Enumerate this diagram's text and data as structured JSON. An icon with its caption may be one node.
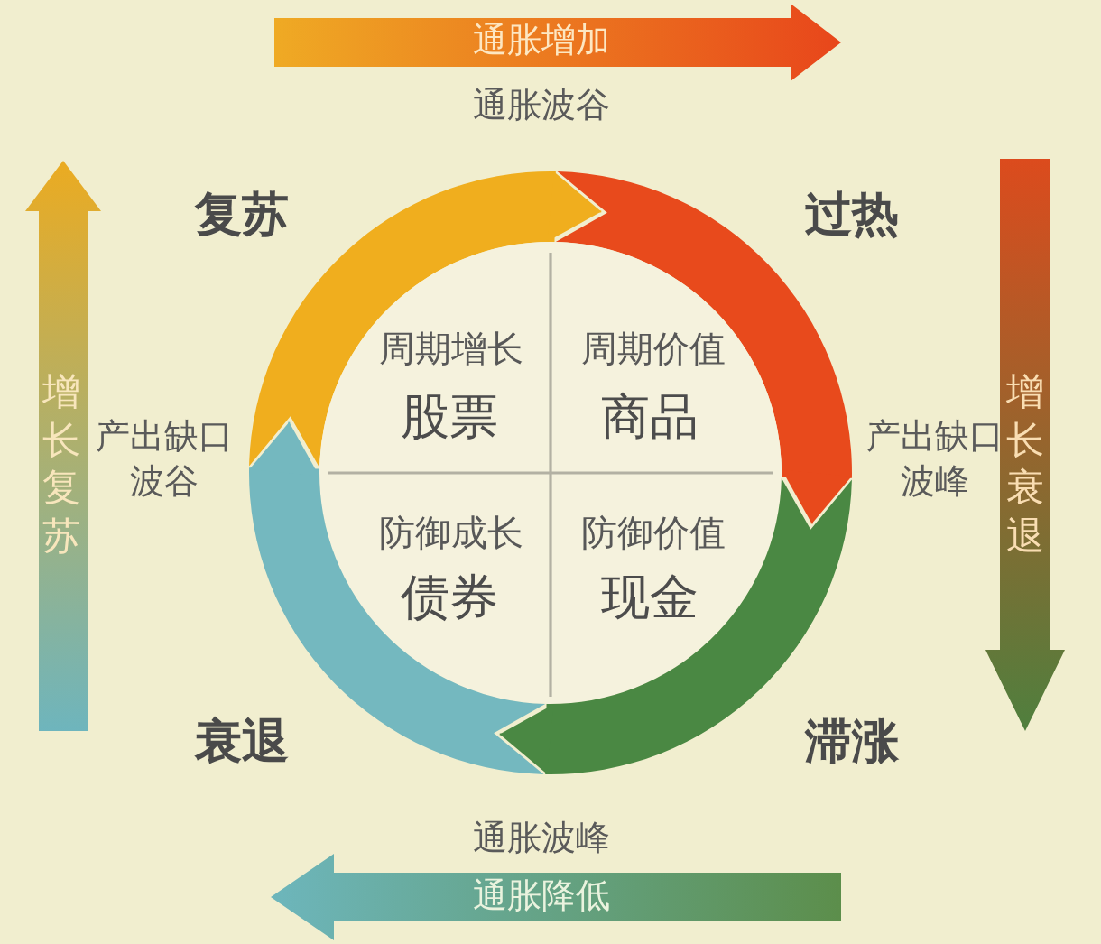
{
  "diagram": {
    "nodes": [
      {
        "text": [
          "通胀增加"
        ]
      },
      {
        "text": [
          "复苏"
        ]
      },
      {
        "text": [
          "过热"
        ]
      },
      {
        "text": [
          "增长复苏"
        ]
      },
      {
        "text": [
          "周期增长",
          "股票"
        ]
      },
      {
        "text": [
          "周期价值",
          "商品"
        ]
      },
      {
        "text": [
          "增长衰退"
        ]
      },
      {
        "text": [
          "防御成长",
          "债券"
        ]
      },
      {
        "text": [
          "防御价值",
          "现金"
        ]
      },
      {
        "text": [
          "衰退"
        ]
      },
      {
        "text": [
          "滞涨"
        ]
      },
      {
        "text": [
          "通胀降低"
        ]
      }
    ],
    "edges": [
      {
        "from": 1,
        "to": 2,
        "arrow": "to",
        "color": "#f0ae1e"
      },
      {
        "from": 2,
        "to": 10,
        "arrow": "to",
        "color": "#e84a1c"
      },
      {
        "from": 10,
        "to": 9,
        "arrow": "to",
        "color": "#4a8843"
      },
      {
        "from": 9,
        "to": 1,
        "arrow": "to",
        "color": "#74b8bf"
      }
    ],
    "labels": [
      "通胀波谷",
      "产出缺口波谷",
      "产出缺口波峰",
      "通胀波峰"
    ]
  }
}
